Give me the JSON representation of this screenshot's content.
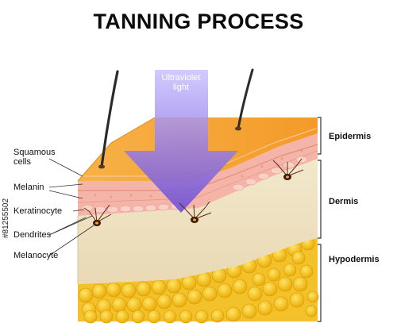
{
  "title": "TANNING PROCESS",
  "arrow_label_line1": "Ultraviolet",
  "arrow_label_line2": "light",
  "labels_left": {
    "squamous_line1": "Squamous",
    "squamous_line2": "cells",
    "melanin": "Melanin",
    "keratinocyte": "Keratinocyte",
    "dendrites": "Dendrites",
    "melanocyte": "Melanocyte"
  },
  "labels_right": {
    "epidermis": "Epidermis",
    "dermis": "Dermis",
    "hypodermis": "Hypodermis"
  },
  "side_id": "#81255502",
  "colors": {
    "uv_arrow": "#8a6fe0",
    "epidermis_top": "#f5a623",
    "melanin_layer": "#f2a9a0",
    "dermis": "#efe3c6",
    "fat": "#f6c21c"
  }
}
